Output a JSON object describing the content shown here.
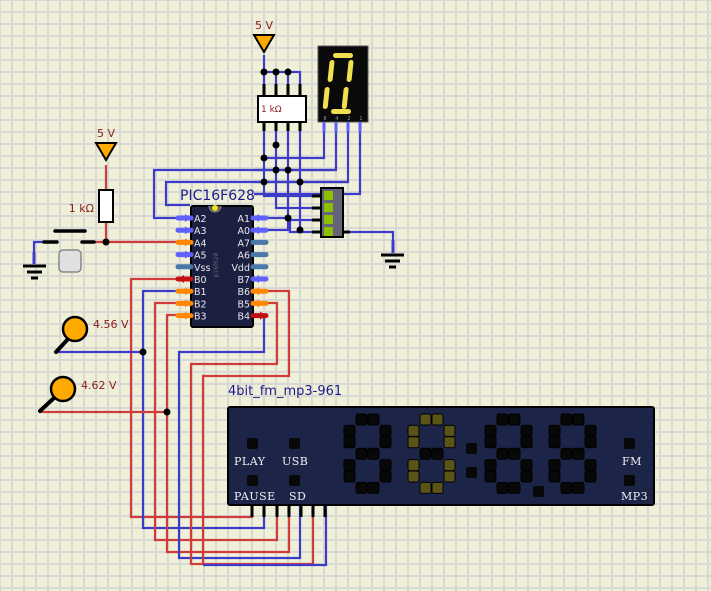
{
  "colors": {
    "wire_red": "#d03c3c",
    "wire_blue": "#3c3cc8",
    "wire_darkred": "#c01010",
    "pin_orange": "#ff8800",
    "pin_blue": "#6060ff",
    "pin_steel": "#4a78a8",
    "chip_body": "#1c2040",
    "supply_fill": "#ffaa00",
    "seg_on": "#f0e050",
    "lcd_on": "#5a5418",
    "lcd_off": "#080808",
    "lcd_body": "#1c2448",
    "label_red": "#8b1a1a",
    "label_blue": "#1a1a8c",
    "dip_led": "#8cc000"
  },
  "supplies": [
    {
      "label": "5 V"
    },
    {
      "label": "5 V"
    }
  ],
  "resistor": {
    "label": "1 kΩ"
  },
  "resistor_array": {
    "label": "1 kΩ"
  },
  "mcu": {
    "name": "PIC16F628",
    "marking": "p16f628",
    "left_pins": [
      "A2",
      "A3",
      "A4",
      "A5",
      "Vss",
      "B0",
      "B1",
      "B2",
      "B3"
    ],
    "right_pins": [
      "A1",
      "A0",
      "A7",
      "A6",
      "Vdd",
      "B7",
      "B6",
      "B5",
      "B4"
    ]
  },
  "seven_segment": {
    "digit": "0",
    "pin_labels": [
      "8",
      "4",
      "2",
      "1"
    ]
  },
  "probes": [
    {
      "label": "4.56 V"
    },
    {
      "label": "4.62 V"
    }
  ],
  "lcd_module": {
    "name": "4bit_fm_mp3-961",
    "labels": {
      "play": "PLAY",
      "usb": "USB",
      "pause": "PAUSE",
      "sd": "SD",
      "fm": "FM",
      "mp3": "MP3"
    },
    "digits": [
      {
        "value": "",
        "lit": false
      },
      {
        "value": "0",
        "lit": true
      },
      {
        "value": "",
        "lit": false
      },
      {
        "value": "",
        "lit": false
      }
    ]
  }
}
